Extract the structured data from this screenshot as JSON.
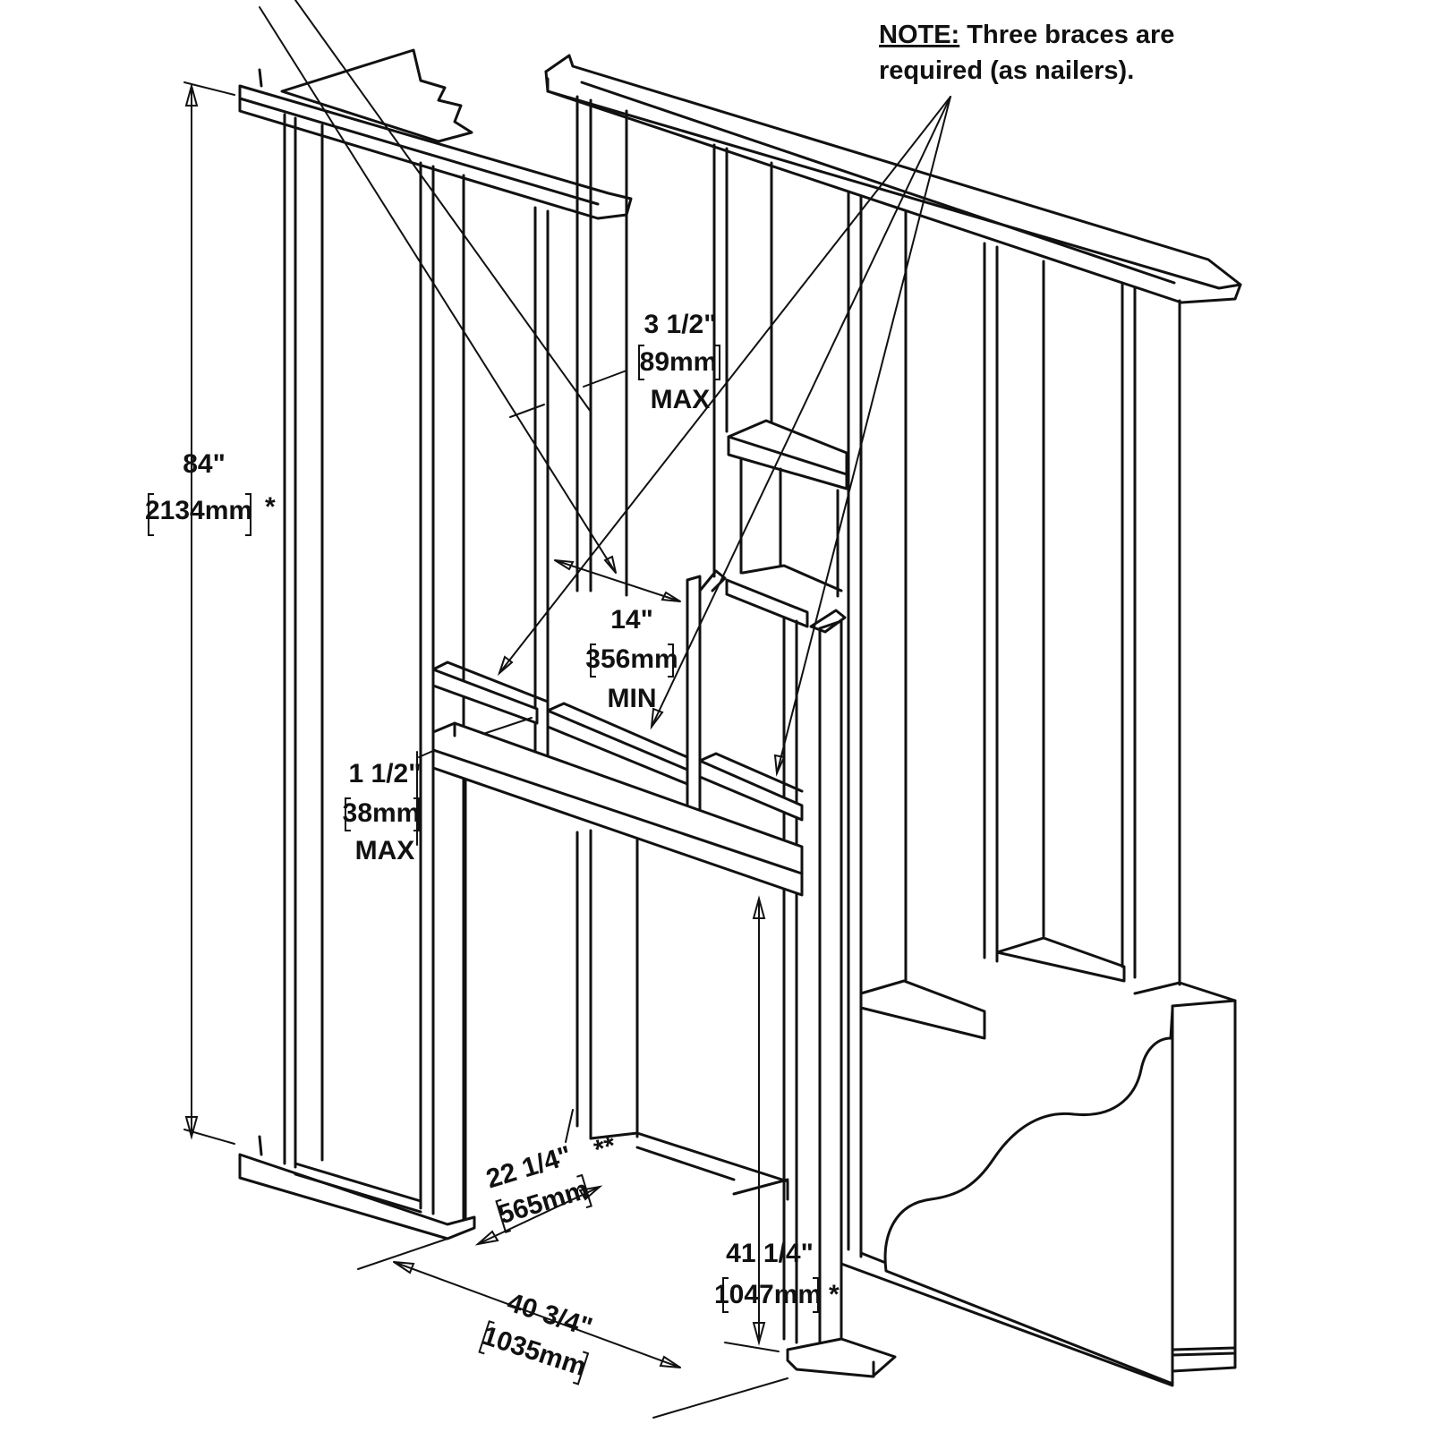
{
  "note": {
    "heading": "NOTE:",
    "line1_rest": " Three braces are",
    "line2": "required (as nailers)."
  },
  "dimensions": {
    "height_total": {
      "imperial": "84\"",
      "metric": "2134mm",
      "suffix": "*"
    },
    "stud_depth": {
      "imperial": "3 1/2\"",
      "metric": "89mm",
      "qualifier": "MAX"
    },
    "header_thickness": {
      "imperial": "1 1/2\"",
      "metric": "38mm",
      "qualifier": "MAX"
    },
    "stud_spacing": {
      "imperial": "14\"",
      "metric": "356mm",
      "qualifier": "MIN"
    },
    "opening_depth": {
      "imperial": "22 1/4\"",
      "metric": "565mm",
      "suffix": "**"
    },
    "opening_width": {
      "imperial": "40 3/4\"",
      "metric": "1035mm"
    },
    "opening_height": {
      "imperial": "41 1/4\"",
      "metric": "1047mm",
      "suffix": "*"
    }
  }
}
